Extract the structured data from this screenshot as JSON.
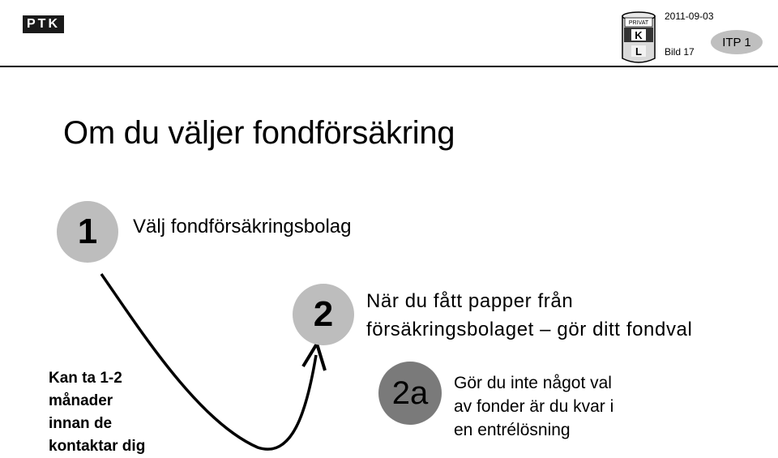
{
  "header": {
    "logo_text": "PTK",
    "pkl_logo": {
      "top_label": "PRIVAT",
      "mid_letter": "K",
      "bottom_letter": "L"
    },
    "date": "2011-09-03",
    "slide_label": "Bild 17",
    "badge": "ITP 1"
  },
  "title": "Om du väljer fondförsäkring",
  "steps": [
    {
      "number": "1",
      "lines": [
        "Välj fondförsäkringsbolag"
      ]
    },
    {
      "number": "2",
      "lines": [
        "När du fått papper från",
        "försäkringsbolaget – gör ditt fondval"
      ]
    },
    {
      "number": "2a",
      "lines": [
        "Gör du inte något val",
        "av fonder är du kvar i",
        "en entrélösning"
      ]
    }
  ],
  "side_note": [
    "Kan ta 1-2",
    "månader",
    "innan de",
    "kontaktar dig"
  ]
}
